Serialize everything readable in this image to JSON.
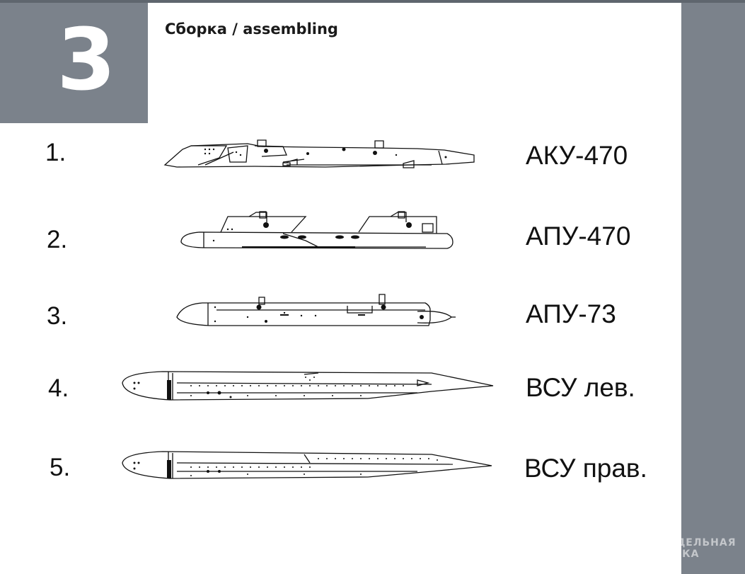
{
  "step": {
    "number": "3",
    "title": "Сборка / assembling"
  },
  "parts": [
    {
      "number": "1.",
      "label": "АКУ-470"
    },
    {
      "number": "2.",
      "label": "АПУ-470"
    },
    {
      "number": "3.",
      "label": "АПУ-73"
    },
    {
      "number": "4.",
      "label": "ВСУ лев."
    },
    {
      "number": "5.",
      "label": "ВСУ прав."
    }
  ],
  "watermark": {
    "line1": "МОДЕЛЬНАЯ",
    "line2": "ЛАВКА"
  },
  "colors": {
    "panel": "#7b828b",
    "sheet": "#ffffff",
    "ink": "#111111"
  }
}
